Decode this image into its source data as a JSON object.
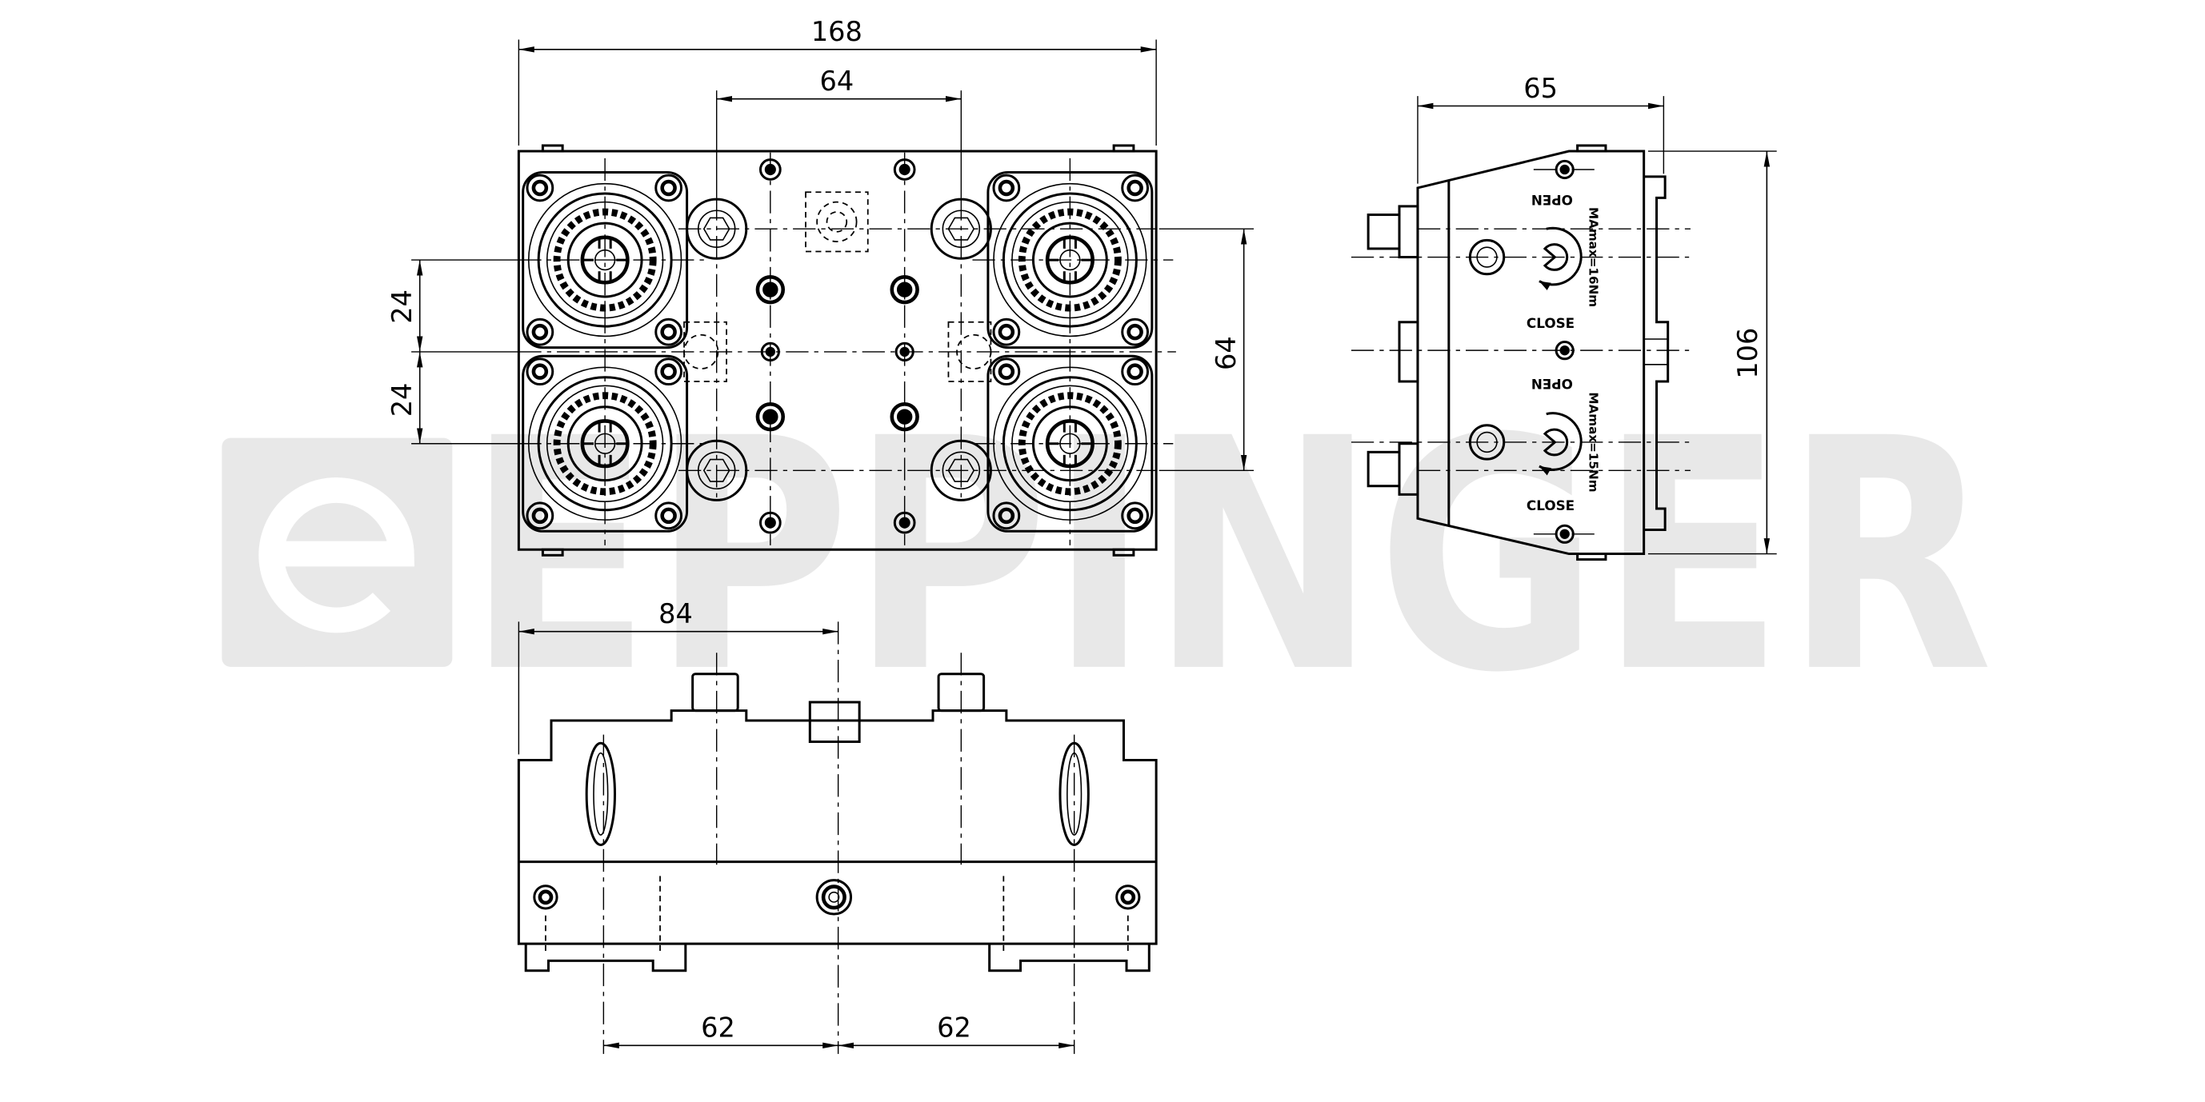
{
  "front_view": {
    "dim_overall_width": "168",
    "dim_hole_spacing": "64",
    "dim_upper_pitch": "24",
    "dim_lower_pitch": "24",
    "dim_vertical_spacing": "64"
  },
  "side_view": {
    "dim_depth": "65",
    "dim_height": "106",
    "upper_clamp": {
      "open_label": "OPEN",
      "torque_label": "MAmax=16Nm",
      "close_label": "CLOSE"
    },
    "lower_clamp": {
      "open_label": "OPEN",
      "torque_label": "MAmax=15Nm",
      "close_label": "CLOSE"
    }
  },
  "bottom_view": {
    "dim_offset": "84",
    "dim_left_spacing": "62",
    "dim_right_spacing": "62"
  },
  "watermark": {
    "brand": "EPPINGER"
  },
  "colors": {
    "line": "#000000",
    "watermark": "#e8e8e8",
    "background": "#ffffff"
  }
}
